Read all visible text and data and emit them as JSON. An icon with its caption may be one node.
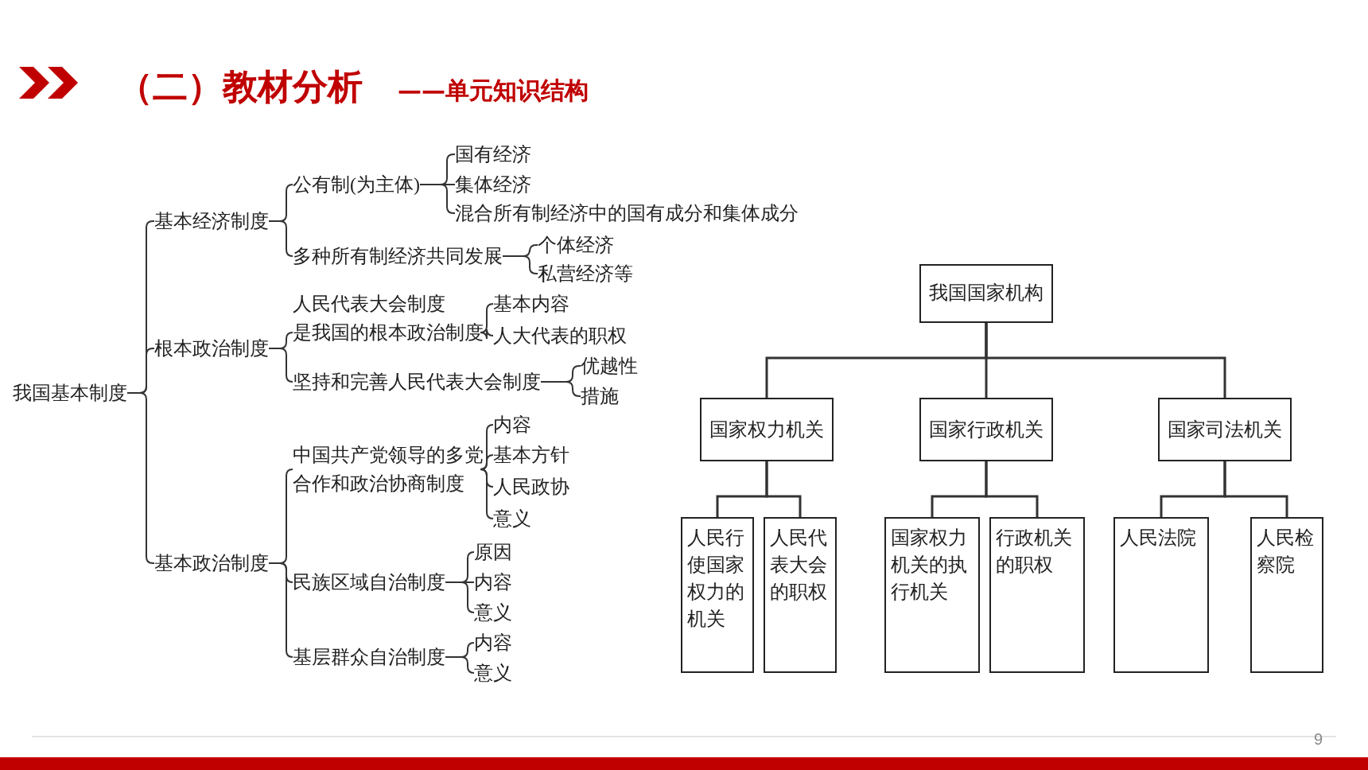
{
  "diagram": {
    "title": "（二）教材分析",
    "nodes": [
      {
        "text": [
          "我国基本制度"
        ]
      },
      {
        "text": [
          "基本经济制度"
        ]
      },
      {
        "text": [
          "公有制(为主体)"
        ]
      },
      {
        "text": [
          "国有经济"
        ]
      },
      {
        "text": [
          "集体经济"
        ]
      },
      {
        "text": [
          "混合所有制经济中的国有成分和集体成分"
        ]
      },
      {
        "text": [
          "多种所有制经济共同发展"
        ]
      },
      {
        "text": [
          "个体经济"
        ]
      },
      {
        "text": [
          "私营经济等"
        ]
      },
      {
        "text": [
          "根本政治制度"
        ]
      },
      {
        "text": [
          "人民代表大会制度是我国的根本政治制度"
        ]
      },
      {
        "text": [
          "基本内容"
        ]
      },
      {
        "text": [
          "人大代表的职权"
        ]
      },
      {
        "text": [
          "坚持和完善人民代表大会制度"
        ]
      },
      {
        "text": [
          "优越性"
        ]
      },
      {
        "text": [
          "措施"
        ]
      },
      {
        "text": [
          "基本政治制度"
        ]
      },
      {
        "text": [
          "中国共产党领导的多党合作和政治协商制度"
        ]
      },
      {
        "text": [
          "内容"
        ]
      },
      {
        "text": [
          "基本方针"
        ]
      },
      {
        "text": [
          "人民政协"
        ]
      },
      {
        "text": [
          "意义"
        ]
      },
      {
        "text": [
          "民族区域自治制度"
        ]
      },
      {
        "text": [
          "原因"
        ]
      },
      {
        "text": [
          "内容"
        ]
      },
      {
        "text": [
          "意义"
        ]
      },
      {
        "text": [
          "基层群众自治制度"
        ]
      },
      {
        "text": [
          "内容"
        ]
      },
      {
        "text": [
          "意义"
        ]
      },
      {
        "text": [
          "我国国家机构"
        ]
      },
      {
        "text": [
          "国家权力机关"
        ]
      },
      {
        "text": [
          "国家行政机关"
        ]
      },
      {
        "text": [
          "国家司法机关"
        ]
      },
      {
        "text": [
          "人民行使国家权力的机关"
        ]
      },
      {
        "text": [
          "人民代表大会的职权"
        ]
      },
      {
        "text": [
          "国家权力机关的执行机关"
        ]
      },
      {
        "text": [
          "行政机关的职权"
        ]
      },
      {
        "text": [
          "人民法院"
        ]
      },
      {
        "text": [
          "人民检察院"
        ]
      }
    ],
    "edges": [
      {
        "from": 0,
        "to": 1,
        "arrow": "none"
      },
      {
        "from": 0,
        "to": 9,
        "arrow": "none"
      },
      {
        "from": 0,
        "to": 16,
        "arrow": "none"
      },
      {
        "from": 1,
        "to": 2,
        "arrow": "none"
      },
      {
        "from": 1,
        "to": 6,
        "arrow": "none"
      },
      {
        "from": 2,
        "to": 3,
        "arrow": "none"
      },
      {
        "from": 2,
        "to": 4,
        "arrow": "none"
      },
      {
        "from": 2,
        "to": 5,
        "arrow": "none"
      },
      {
        "from": 6,
        "to": 7,
        "arrow": "none"
      },
      {
        "from": 6,
        "to": 8,
        "arrow": "none"
      },
      {
        "from": 9,
        "to": 10,
        "arrow": "none"
      },
      {
        "from": 9,
        "to": 13,
        "arrow": "none"
      },
      {
        "from": 10,
        "to": 11,
        "arrow": "none"
      },
      {
        "from": 10,
        "to": 12,
        "arrow": "none"
      },
      {
        "from": 13,
        "to": 14,
        "arrow": "none"
      },
      {
        "from": 13,
        "to": 15,
        "arrow": "none"
      },
      {
        "from": 16,
        "to": 17,
        "arrow": "none"
      },
      {
        "from": 16,
        "to": 22,
        "arrow": "none"
      },
      {
        "from": 16,
        "to": 26,
        "arrow": "none"
      },
      {
        "from": 17,
        "to": 18,
        "arrow": "none"
      },
      {
        "from": 17,
        "to": 19,
        "arrow": "none"
      },
      {
        "from": 17,
        "to": 20,
        "arrow": "none"
      },
      {
        "from": 17,
        "to": 21,
        "arrow": "none"
      },
      {
        "from": 22,
        "to": 23,
        "arrow": "none"
      },
      {
        "from": 22,
        "to": 24,
        "arrow": "none"
      },
      {
        "from": 22,
        "to": 25,
        "arrow": "none"
      },
      {
        "from": 26,
        "to": 27,
        "arrow": "none"
      },
      {
        "from": 26,
        "to": 28,
        "arrow": "none"
      },
      {
        "from": 29,
        "to": 30,
        "arrow": "none"
      },
      {
        "from": 29,
        "to": 31,
        "arrow": "none"
      },
      {
        "from": 29,
        "to": 32,
        "arrow": "none"
      },
      {
        "from": 30,
        "to": 33,
        "arrow": "none"
      },
      {
        "from": 30,
        "to": 34,
        "arrow": "none"
      },
      {
        "from": 31,
        "to": 35,
        "arrow": "none"
      },
      {
        "from": 31,
        "to": 36,
        "arrow": "none"
      },
      {
        "from": 32,
        "to": 37,
        "arrow": "none"
      },
      {
        "from": 32,
        "to": 38,
        "arrow": "none"
      }
    ],
    "labels": [
      "——单元知识结构",
      "9"
    ]
  }
}
